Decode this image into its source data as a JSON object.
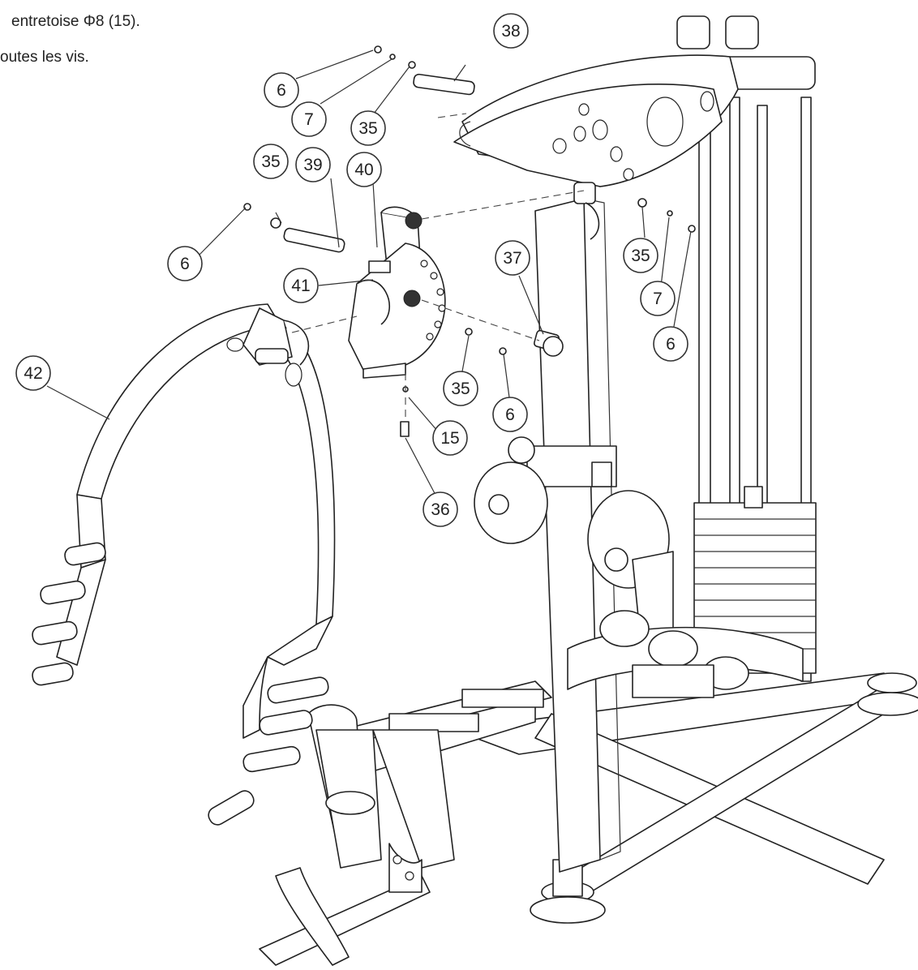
{
  "instructions": {
    "line1": "entretoise Φ8 (15).",
    "line2": "outes les vis."
  },
  "callouts": [
    {
      "id": "c38",
      "label": "38"
    },
    {
      "id": "c6a",
      "label": "6"
    },
    {
      "id": "c7a",
      "label": "7"
    },
    {
      "id": "c35a",
      "label": "35"
    },
    {
      "id": "c35b",
      "label": "35"
    },
    {
      "id": "c39",
      "label": "39"
    },
    {
      "id": "c40",
      "label": "40"
    },
    {
      "id": "c6b",
      "label": "6"
    },
    {
      "id": "c41",
      "label": "41"
    },
    {
      "id": "c37",
      "label": "37"
    },
    {
      "id": "c35c",
      "label": "35"
    },
    {
      "id": "c7b",
      "label": "7"
    },
    {
      "id": "c6c",
      "label": "6"
    },
    {
      "id": "c42",
      "label": "42"
    },
    {
      "id": "c35d",
      "label": "35"
    },
    {
      "id": "c6d",
      "label": "6"
    },
    {
      "id": "c15",
      "label": "15"
    },
    {
      "id": "c36",
      "label": "36"
    }
  ]
}
